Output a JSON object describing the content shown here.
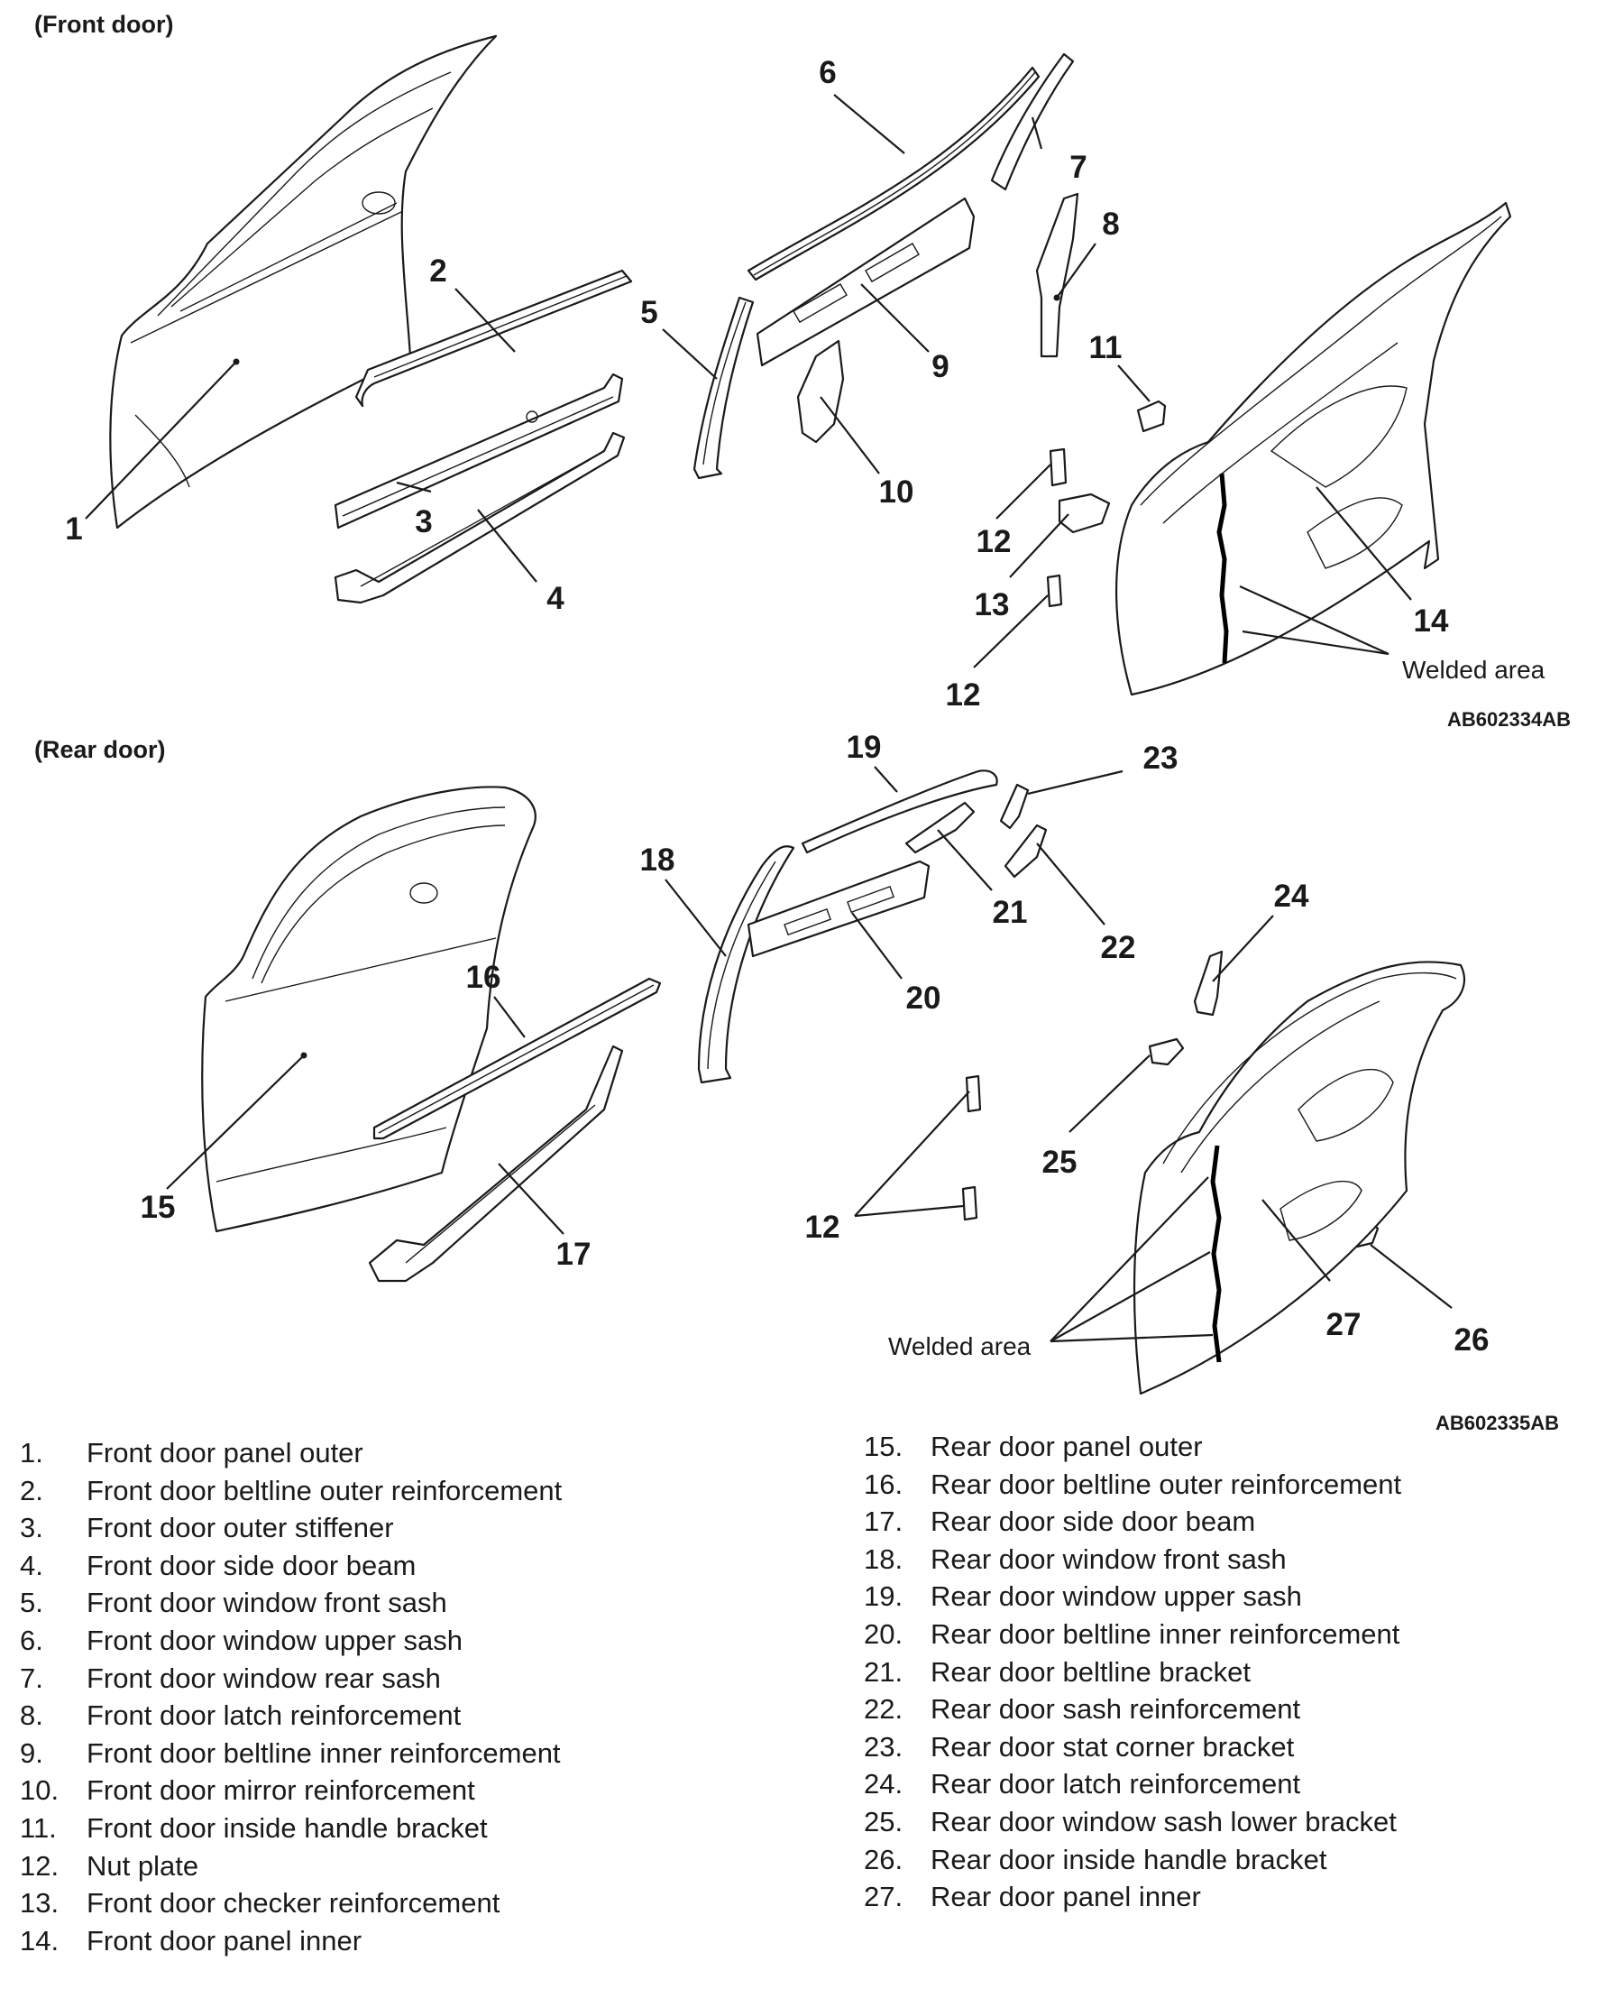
{
  "sections": {
    "front_title": "(Front door)",
    "rear_title": "(Rear door)",
    "front_code": "AB602334AB",
    "rear_code": "AB602335AB",
    "welded_label": "Welded area"
  },
  "callouts": {
    "c1": "1",
    "c2": "2",
    "c3": "3",
    "c4": "4",
    "c5": "5",
    "c6": "6",
    "c7": "7",
    "c8": "8",
    "c9": "9",
    "c10": "10",
    "c11": "11",
    "c12a": "12",
    "c12b": "12",
    "c13": "13",
    "c14": "14",
    "c15": "15",
    "c16": "16",
    "c17": "17",
    "c18": "18",
    "c19": "19",
    "c20": "20",
    "c21": "21",
    "c22": "22",
    "c23": "23",
    "c24": "24",
    "c25": "25",
    "c26": "26",
    "c27": "27",
    "c12c": "12"
  },
  "legend_left": [
    {
      "num": "1.",
      "name": "Front door panel outer"
    },
    {
      "num": "2.",
      "name": "Front door beltline outer reinforcement"
    },
    {
      "num": "3.",
      "name": "Front door outer stiffener"
    },
    {
      "num": "4.",
      "name": "Front door side door beam"
    },
    {
      "num": "5.",
      "name": "Front door window front sash"
    },
    {
      "num": "6.",
      "name": "Front door window upper sash"
    },
    {
      "num": "7.",
      "name": "Front door window rear sash"
    },
    {
      "num": "8.",
      "name": "Front door latch reinforcement"
    },
    {
      "num": "9.",
      "name": "Front door beltline inner reinforcement"
    },
    {
      "num": "10.",
      "name": "Front door mirror reinforcement"
    },
    {
      "num": "11.",
      "name": "Front door inside handle bracket"
    },
    {
      "num": "12.",
      "name": "Nut plate"
    },
    {
      "num": "13.",
      "name": "Front door checker reinforcement"
    },
    {
      "num": "14.",
      "name": "Front door panel inner"
    }
  ],
  "legend_right": [
    {
      "num": "15.",
      "name": "Rear door panel outer"
    },
    {
      "num": "16.",
      "name": "Rear door beltline outer reinforcement"
    },
    {
      "num": "17.",
      "name": "Rear door side door beam"
    },
    {
      "num": "18.",
      "name": "Rear door window front sash"
    },
    {
      "num": "19.",
      "name": "Rear door window upper sash"
    },
    {
      "num": "20.",
      "name": "Rear door beltline inner reinforcement"
    },
    {
      "num": "21.",
      "name": "Rear door beltline bracket"
    },
    {
      "num": "22.",
      "name": "Rear door sash reinforcement"
    },
    {
      "num": "23.",
      "name": "Rear door stat corner bracket"
    },
    {
      "num": "24.",
      "name": "Rear door latch reinforcement"
    },
    {
      "num": "25.",
      "name": "Rear door window sash lower bracket"
    },
    {
      "num": "26.",
      "name": "Rear door inside handle bracket"
    },
    {
      "num": "27.",
      "name": "Rear door panel inner"
    }
  ]
}
